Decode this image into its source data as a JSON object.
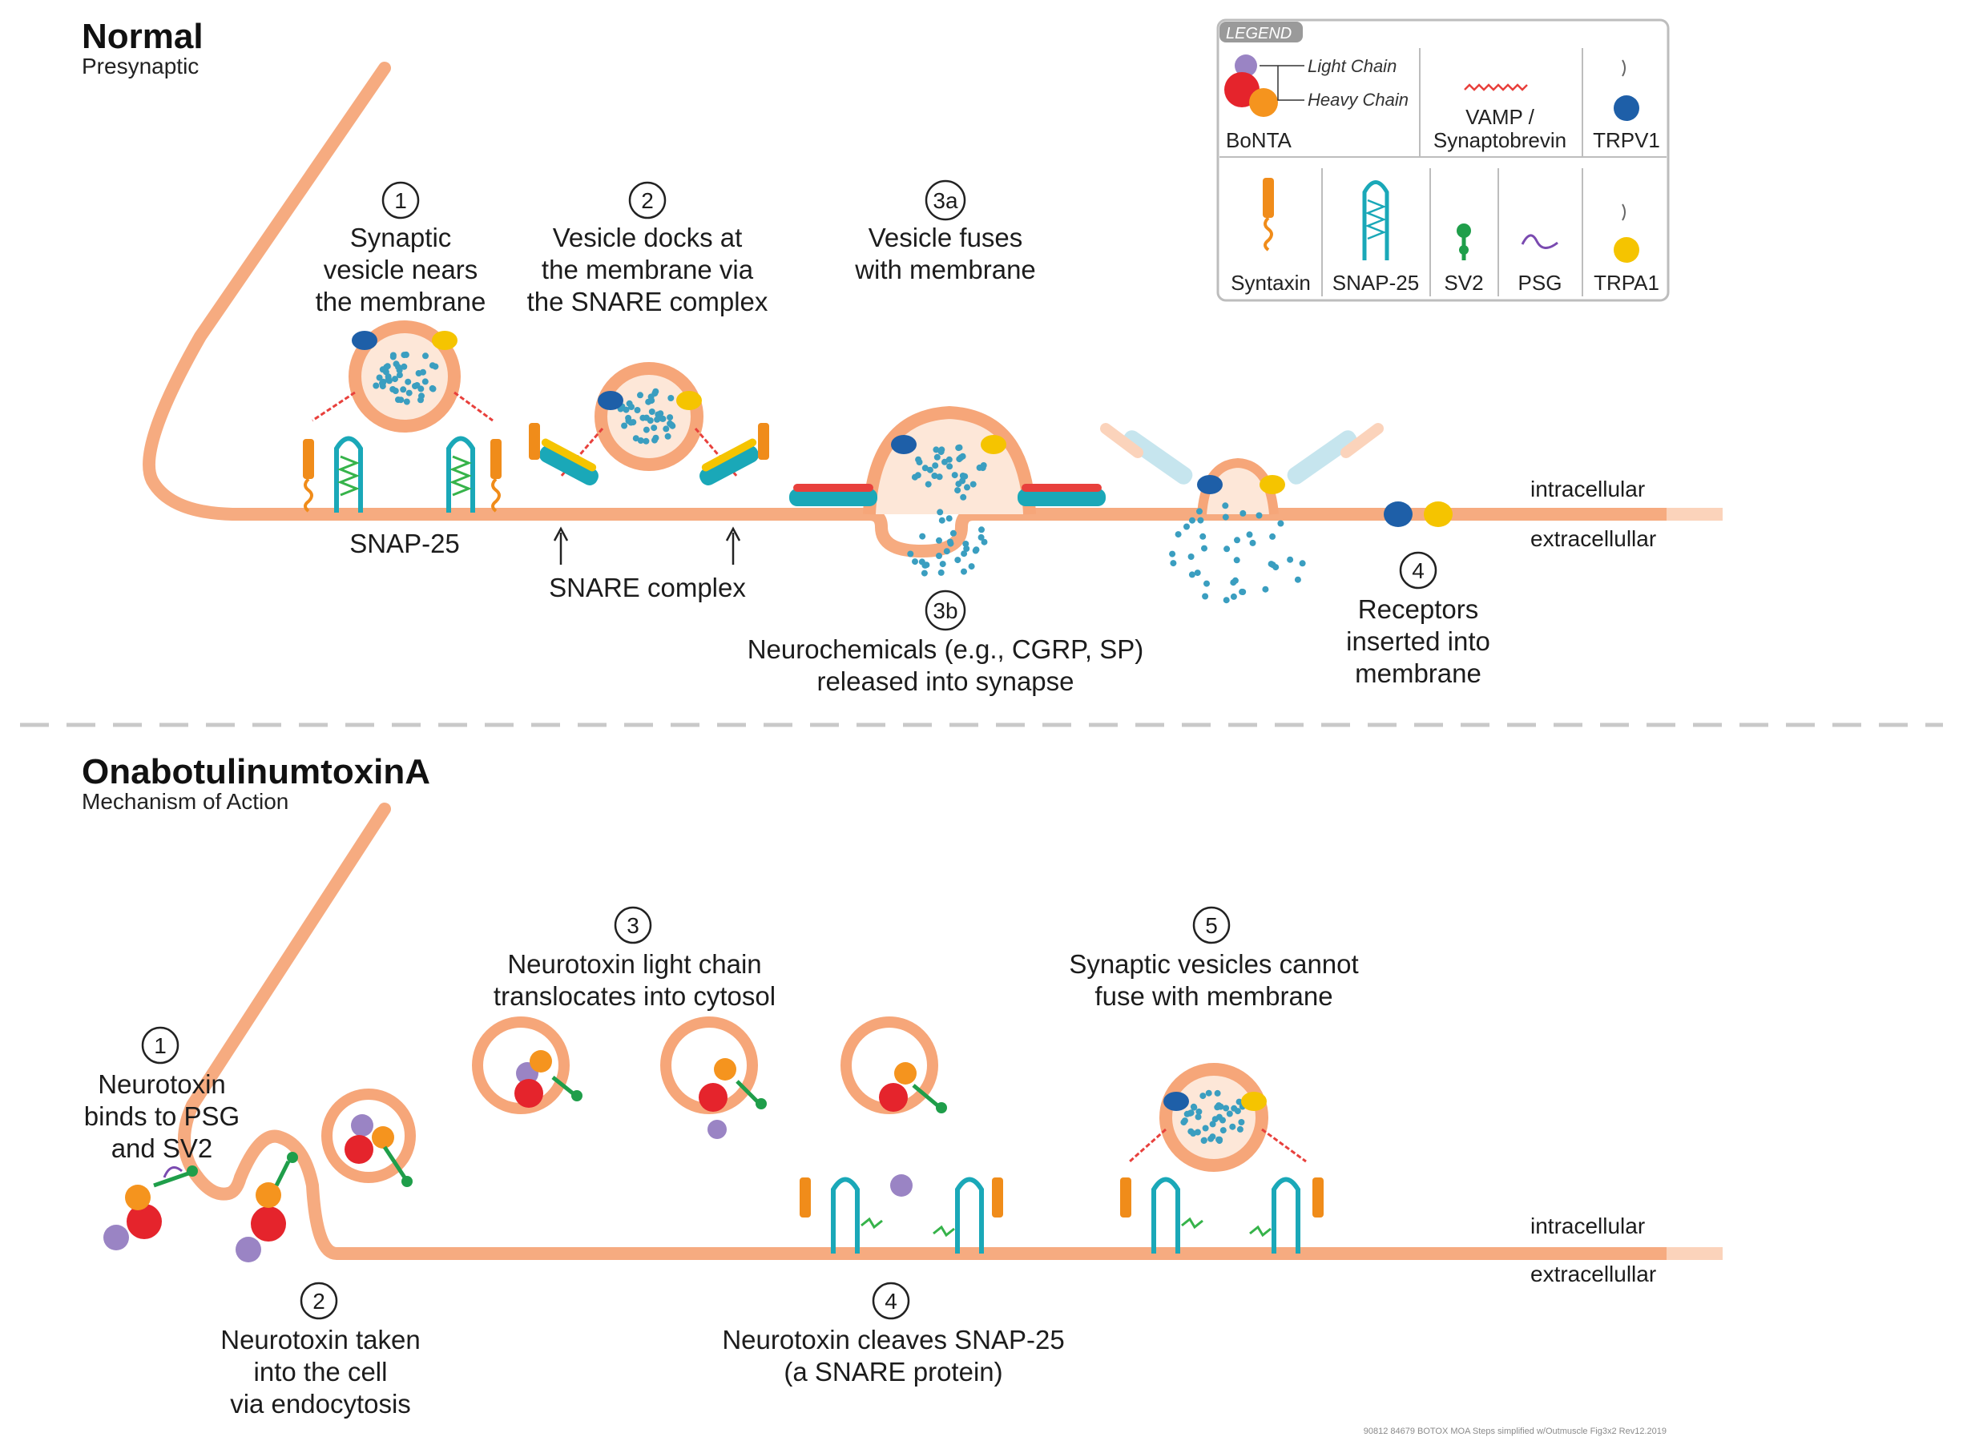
{
  "normal": {
    "title": "Normal",
    "subtitle": "Presynaptic",
    "steps": [
      {
        "num": "1",
        "lines": [
          "Synaptic",
          "vesicle nears",
          "the membrane"
        ]
      },
      {
        "num": "2",
        "lines": [
          "Vesicle docks at",
          "the membrane via",
          "the SNARE complex"
        ]
      },
      {
        "num": "3a",
        "lines": [
          "Vesicle fuses",
          "with membrane"
        ]
      },
      {
        "num": "3b",
        "lines": [
          "Neurochemicals (e.g., CGRP, SP)",
          "released into synapse"
        ]
      },
      {
        "num": "4",
        "lines": [
          "Receptors",
          "inserted into",
          "membrane"
        ]
      }
    ],
    "snap25_label": "SNAP-25",
    "snare_label": "SNARE complex",
    "intracellular": "intracellular",
    "extracellular": "extracellullar"
  },
  "mechanism": {
    "title": "OnabotulinumtoxinA",
    "subtitle": "Mechanism of Action",
    "steps": [
      {
        "num": "1",
        "lines": [
          "Neurotoxin",
          "binds to PSG",
          "and SV2"
        ]
      },
      {
        "num": "2",
        "lines": [
          "Neurotoxin taken",
          "into the cell",
          "via endocytosis"
        ]
      },
      {
        "num": "3",
        "lines": [
          "Neurotoxin light chain",
          "translocates into cytosol"
        ]
      },
      {
        "num": "4",
        "lines": [
          "Neurotoxin cleaves SNAP-25",
          "(a SNARE protein)"
        ]
      },
      {
        "num": "5",
        "lines": [
          "Synaptic vesicles cannot",
          "fuse with membrane"
        ]
      }
    ],
    "intracellular": "intracellular",
    "extracellular": "extracellullar"
  },
  "legend": {
    "title": "LEGEND",
    "light_chain": "Light Chain",
    "heavy_chain": "Heavy Chain",
    "items": [
      "BoNTA",
      "VAMP /",
      "Synaptobrevin",
      "TRPV1",
      "Syntaxin",
      "SNAP-25",
      "SV2",
      "PSG",
      "TRPA1"
    ]
  },
  "colors": {
    "membrane": "#f6a679",
    "vesicle_fill": "#f8b68f",
    "vesicle_inner": "#fde7d8",
    "neurochem": "#3a9ec0",
    "syntaxin": "#f08c1a",
    "snap25": "#1aa8b8",
    "vamp": "#e8403c",
    "sv2": "#1f9e4a",
    "psg": "#7a4ab0",
    "trpv1": "#1e5fa8",
    "trpa1": "#f5c400",
    "light_chain": "#9a84c4",
    "heavy_chain_red": "#e5242c",
    "heavy_chain_orange": "#f5941e"
  },
  "footer_code": "90812 84679 BOTOX MOA Steps simplified w/Outmuscle Fig3x2 Rev12.2019"
}
